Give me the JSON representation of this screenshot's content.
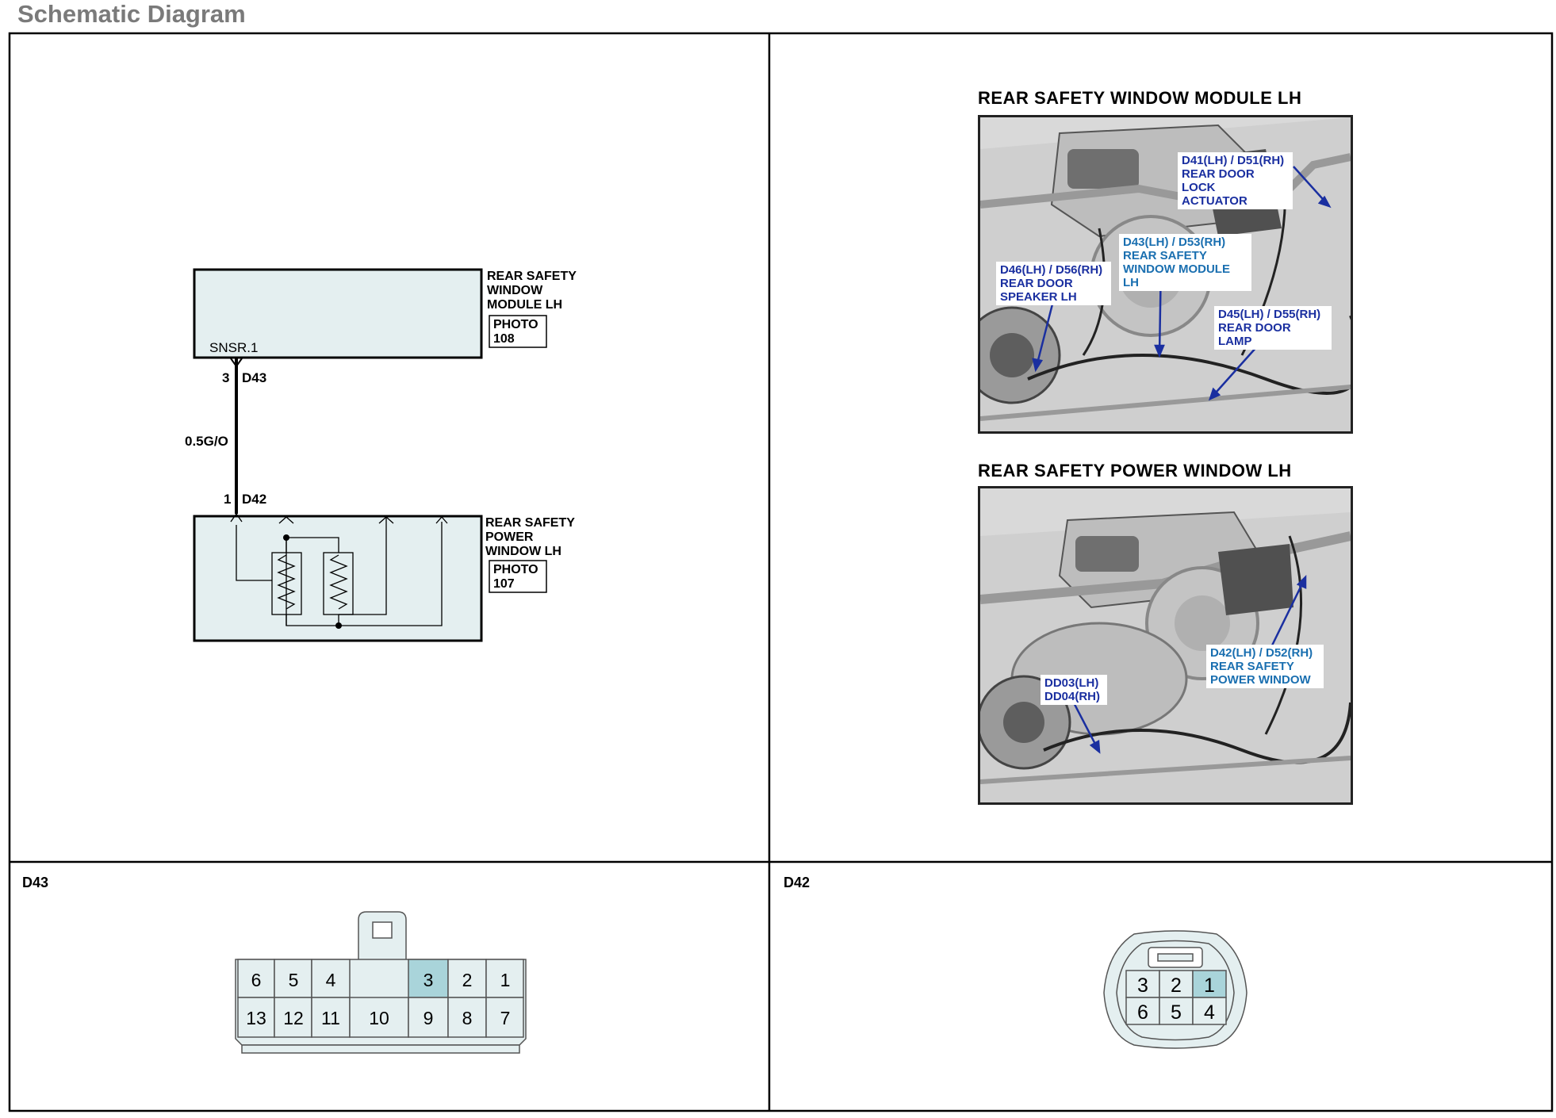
{
  "page": {
    "title": "Schematic Diagram"
  },
  "schematic": {
    "module": {
      "name_lines": [
        "REAR SAFETY",
        "WINDOW",
        "MODULE LH"
      ],
      "photo_label_lines": [
        "PHOTO",
        "108"
      ],
      "pin_label": "SNSR.1"
    },
    "wire": {
      "top_pin": "3",
      "top_connector": "D43",
      "color_code": "0.5G/O",
      "bottom_pin": "1",
      "bottom_connector": "D42"
    },
    "motor": {
      "name_lines": [
        "REAR SAFETY",
        "POWER",
        "WINDOW LH"
      ],
      "photo_label_lines": [
        "PHOTO",
        "107"
      ]
    }
  },
  "photos": [
    {
      "title": "REAR SAFETY WINDOW MODULE LH",
      "callouts": [
        {
          "lines": [
            "D41(LH) / D51(RH)",
            "REAR DOOR LOCK",
            "ACTUATOR"
          ],
          "color": "#1a2fa0"
        },
        {
          "lines": [
            "D43(LH) / D53(RH)",
            "REAR SAFETY",
            "WINDOW MODULE LH"
          ],
          "color": "#1a6fb0"
        },
        {
          "lines": [
            "D46(LH) / D56(RH)",
            "REAR DOOR",
            "SPEAKER LH"
          ],
          "color": "#1a2fa0"
        },
        {
          "lines": [
            "D45(LH) / D55(RH)",
            "REAR DOOR LAMP"
          ],
          "color": "#1a2fa0"
        }
      ]
    },
    {
      "title": "REAR SAFETY POWER WINDOW LH",
      "callouts": [
        {
          "lines": [
            "D42(LH) / D52(RH)",
            "REAR SAFETY",
            "POWER WINDOW"
          ],
          "color": "#1a6fb0"
        },
        {
          "lines": [
            "DD03(LH)",
            "DD04(RH)"
          ],
          "color": "#1a2fa0"
        }
      ]
    }
  ],
  "connectors": {
    "d43": {
      "title": "D43",
      "top_row": [
        "6",
        "5",
        "4",
        "3",
        "2",
        "1"
      ],
      "bottom_row": [
        "13",
        "12",
        "11",
        "10",
        "9",
        "8",
        "7"
      ],
      "highlight": "3"
    },
    "d42": {
      "title": "D42",
      "top_row": [
        "3",
        "2",
        "1"
      ],
      "bottom_row": [
        "6",
        "5",
        "4"
      ],
      "highlight": "1"
    }
  },
  "colors": {
    "box_fill": "#e4eff0",
    "highlight_fill": "#a9d4da",
    "callout_blue": "#1a2fa0",
    "callout_teal": "#1a6fb0"
  }
}
